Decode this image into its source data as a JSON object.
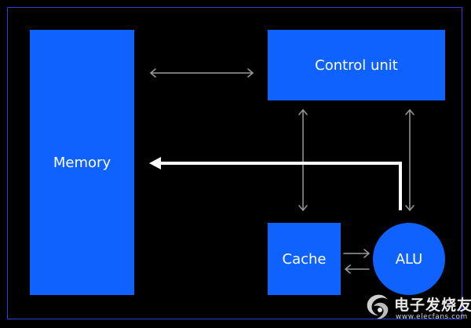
{
  "diagram": {
    "blocks": {
      "memory": "Memory",
      "control_unit": "Control unit",
      "cache": "Cache",
      "alu": "ALU"
    },
    "connections": [
      {
        "from": "Memory",
        "to": "Control unit",
        "type": "bidirectional"
      },
      {
        "from": "Control unit",
        "to": "Cache",
        "type": "bidirectional"
      },
      {
        "from": "Control unit",
        "to": "ALU",
        "type": "bidirectional"
      },
      {
        "from": "Cache",
        "to": "ALU",
        "type": "bidirectional"
      },
      {
        "from": "ALU",
        "to": "Memory",
        "type": "one-way",
        "highlighted": true
      }
    ]
  },
  "colors": {
    "background": "#000000",
    "frame": "#2a3fd6",
    "block": "#0f62fe",
    "connector": "#9a9a9a",
    "highlight_arrow": "#ffffff"
  },
  "watermark": {
    "title": "电子发烧友",
    "url": "www.elecfans.com"
  }
}
